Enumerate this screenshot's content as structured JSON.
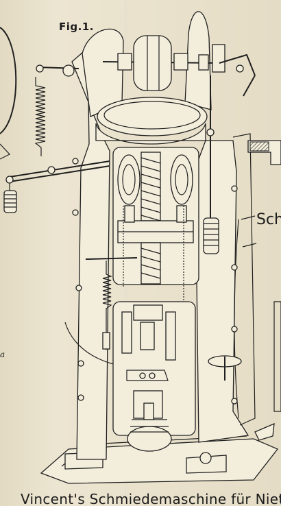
{
  "figure": {
    "label": "Fig.1.",
    "side_label": "Sch",
    "small_label": "a",
    "caption": "Vincent's Schmiedemaschine für Nieten"
  }
}
